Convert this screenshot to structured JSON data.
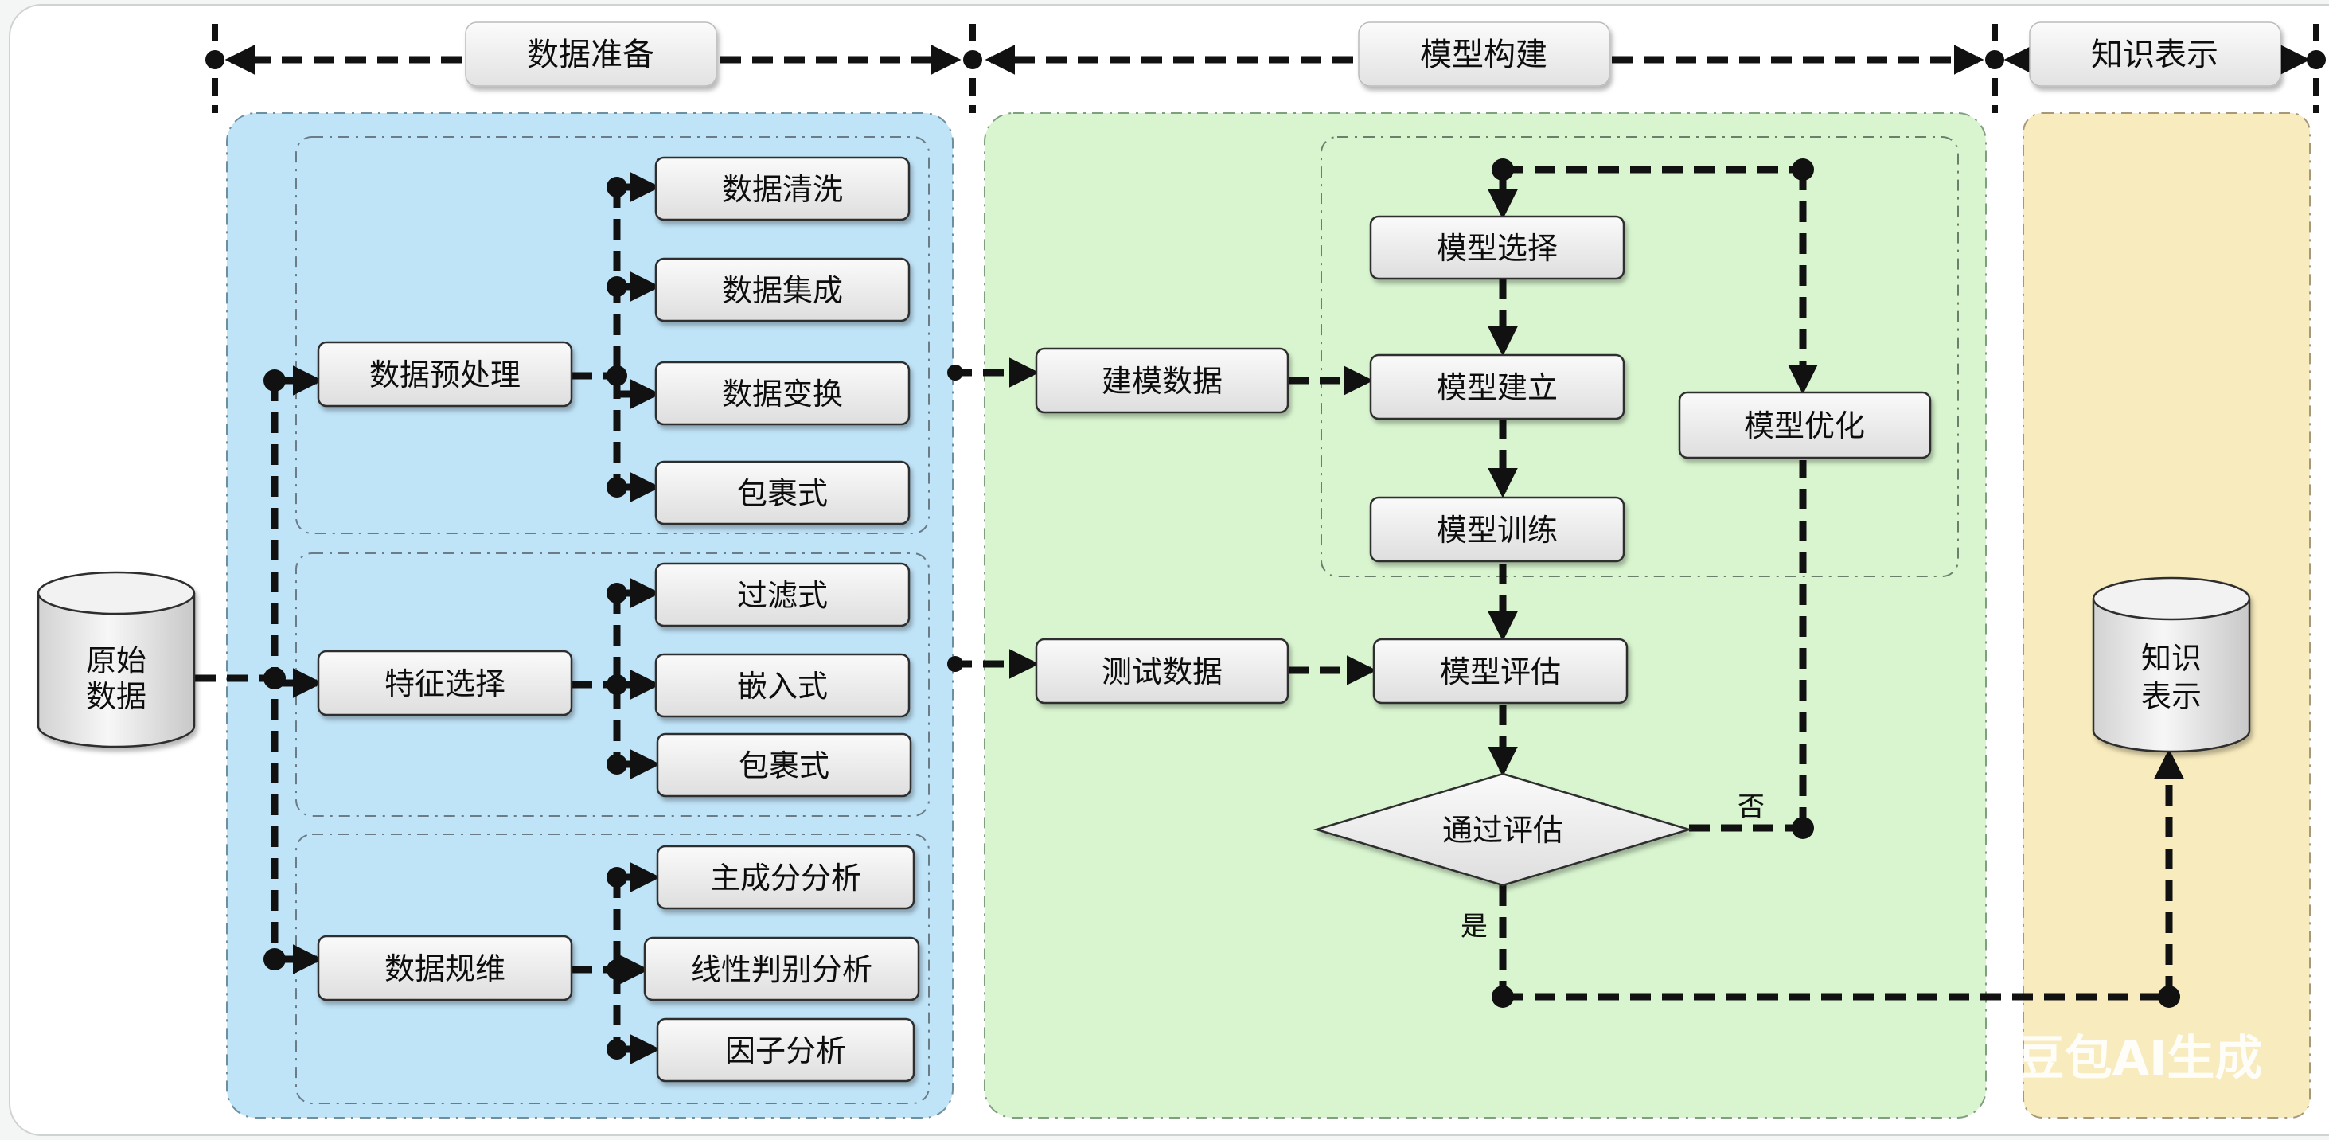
{
  "sections": {
    "prep": "数据准备",
    "model": "模型构建",
    "knowledge": "知识表示"
  },
  "source": {
    "line1": "原始",
    "line2": "数据"
  },
  "target": {
    "line1": "知识",
    "line2": "表示"
  },
  "prep": {
    "preprocess": "数据预处理",
    "preprocess_items": [
      "数据清洗",
      "数据集成",
      "数据变换",
      "包裹式"
    ],
    "feature": "特征选择",
    "feature_items": [
      "过滤式",
      "嵌入式",
      "包裹式"
    ],
    "reduce": "数据规维",
    "reduce_items": [
      "主成分分析",
      "线性判别分析",
      "因子分析"
    ]
  },
  "model": {
    "train_data": "建模数据",
    "test_data": "测试数据",
    "select": "模型选择",
    "build": "模型建立",
    "train": "模型训练",
    "optimize": "模型优化",
    "evaluate": "模型评估",
    "decision": "通过评估",
    "no": "否",
    "yes": "是"
  },
  "watermark": "豆包AI生成",
  "colors": {
    "prep_bg": "#bfe3f7",
    "model_bg": "#d8f5cf",
    "knowledge_bg": "#f8ebbd",
    "box_fill": "#ececec",
    "line": "#111111"
  }
}
